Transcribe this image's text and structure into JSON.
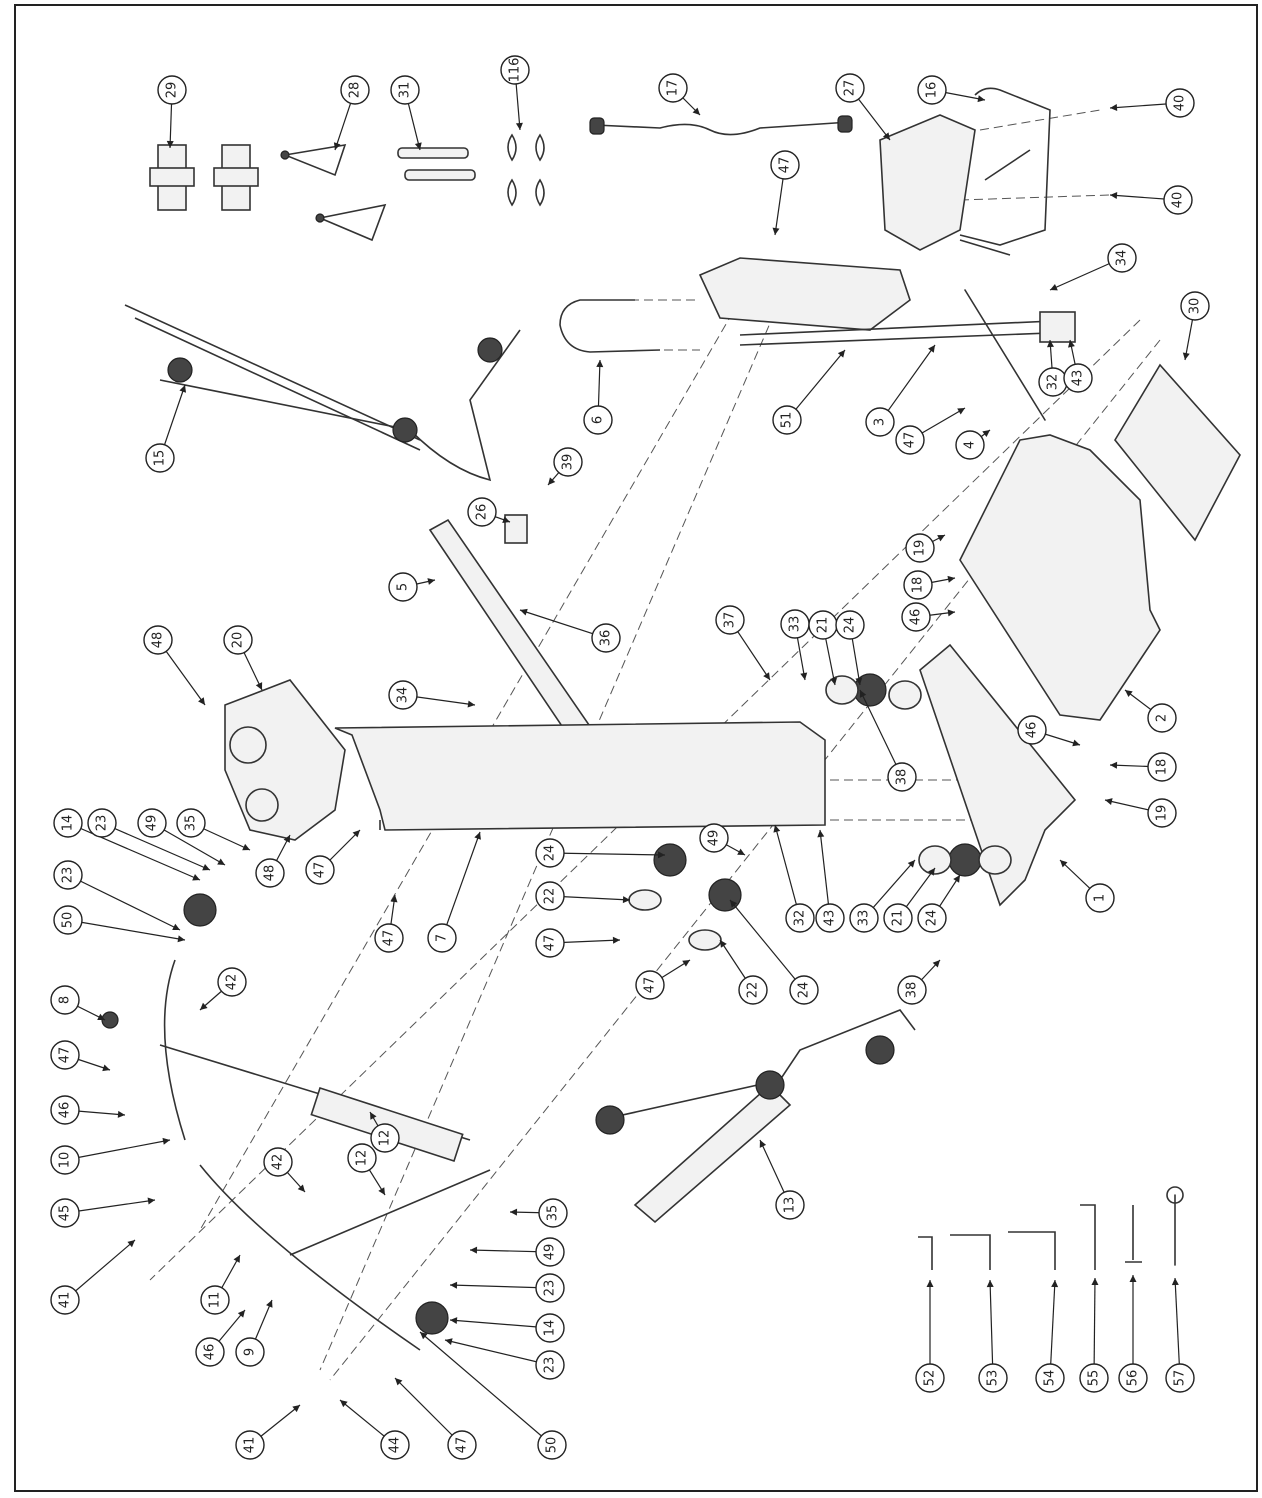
{
  "diagram": {
    "callouts": [
      {
        "label": "29"
      },
      {
        "label": "28"
      },
      {
        "label": "31"
      },
      {
        "label": "116"
      },
      {
        "label": "17"
      },
      {
        "label": "27"
      },
      {
        "label": "16"
      },
      {
        "label": "40"
      },
      {
        "label": "40"
      },
      {
        "label": "47"
      },
      {
        "label": "34"
      },
      {
        "label": "30"
      },
      {
        "label": "6"
      },
      {
        "label": "51"
      },
      {
        "label": "3"
      },
      {
        "label": "32"
      },
      {
        "label": "43"
      },
      {
        "label": "47"
      },
      {
        "label": "4"
      },
      {
        "label": "15"
      },
      {
        "label": "26"
      },
      {
        "label": "39"
      },
      {
        "label": "5"
      },
      {
        "label": "36"
      },
      {
        "label": "19"
      },
      {
        "label": "18"
      },
      {
        "label": "46"
      },
      {
        "label": "48"
      },
      {
        "label": "20"
      },
      {
        "label": "37"
      },
      {
        "label": "33"
      },
      {
        "label": "21"
      },
      {
        "label": "24"
      },
      {
        "label": "34"
      },
      {
        "label": "38"
      },
      {
        "label": "2"
      },
      {
        "label": "46"
      },
      {
        "label": "18"
      },
      {
        "label": "19"
      },
      {
        "label": "14"
      },
      {
        "label": "23"
      },
      {
        "label": "49"
      },
      {
        "label": "35"
      },
      {
        "label": "23"
      },
      {
        "label": "50"
      },
      {
        "label": "48"
      },
      {
        "label": "47"
      },
      {
        "label": "47"
      },
      {
        "label": "7"
      },
      {
        "label": "24"
      },
      {
        "label": "49"
      },
      {
        "label": "22"
      },
      {
        "label": "47"
      },
      {
        "label": "32"
      },
      {
        "label": "43"
      },
      {
        "label": "33"
      },
      {
        "label": "21"
      },
      {
        "label": "24"
      },
      {
        "label": "1"
      },
      {
        "label": "47"
      },
      {
        "label": "22"
      },
      {
        "label": "24"
      },
      {
        "label": "8"
      },
      {
        "label": "42"
      },
      {
        "label": "47"
      },
      {
        "label": "46"
      },
      {
        "label": "10"
      },
      {
        "label": "38"
      },
      {
        "label": "12"
      },
      {
        "label": "45"
      },
      {
        "label": "42"
      },
      {
        "label": "12"
      },
      {
        "label": "13"
      },
      {
        "label": "35"
      },
      {
        "label": "41"
      },
      {
        "label": "49"
      },
      {
        "label": "11"
      },
      {
        "label": "23"
      },
      {
        "label": "14"
      },
      {
        "label": "46"
      },
      {
        "label": "9"
      },
      {
        "label": "23"
      },
      {
        "label": "41"
      },
      {
        "label": "44"
      },
      {
        "label": "47"
      },
      {
        "label": "50"
      },
      {
        "label": "52"
      },
      {
        "label": "53"
      },
      {
        "label": "54"
      },
      {
        "label": "55"
      },
      {
        "label": "56"
      },
      {
        "label": "57"
      }
    ]
  }
}
